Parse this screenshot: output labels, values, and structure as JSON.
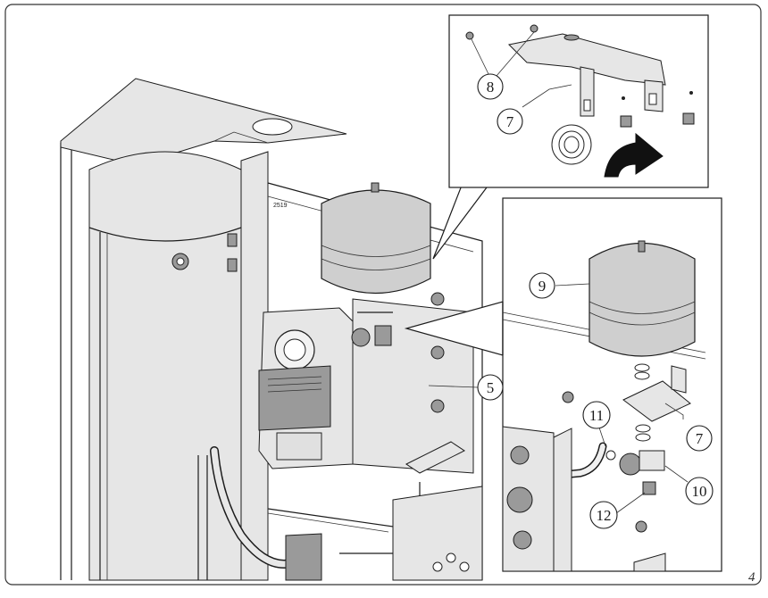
{
  "page_number": "4",
  "callouts": [
    {
      "id": "c5",
      "label": "5"
    },
    {
      "id": "c7a",
      "label": "7"
    },
    {
      "id": "c7b",
      "label": "7"
    },
    {
      "id": "c8",
      "label": "8"
    },
    {
      "id": "c9",
      "label": "9"
    },
    {
      "id": "c10",
      "label": "10"
    },
    {
      "id": "c11",
      "label": "11"
    },
    {
      "id": "c12",
      "label": "12"
    }
  ],
  "unit_label": "2519"
}
